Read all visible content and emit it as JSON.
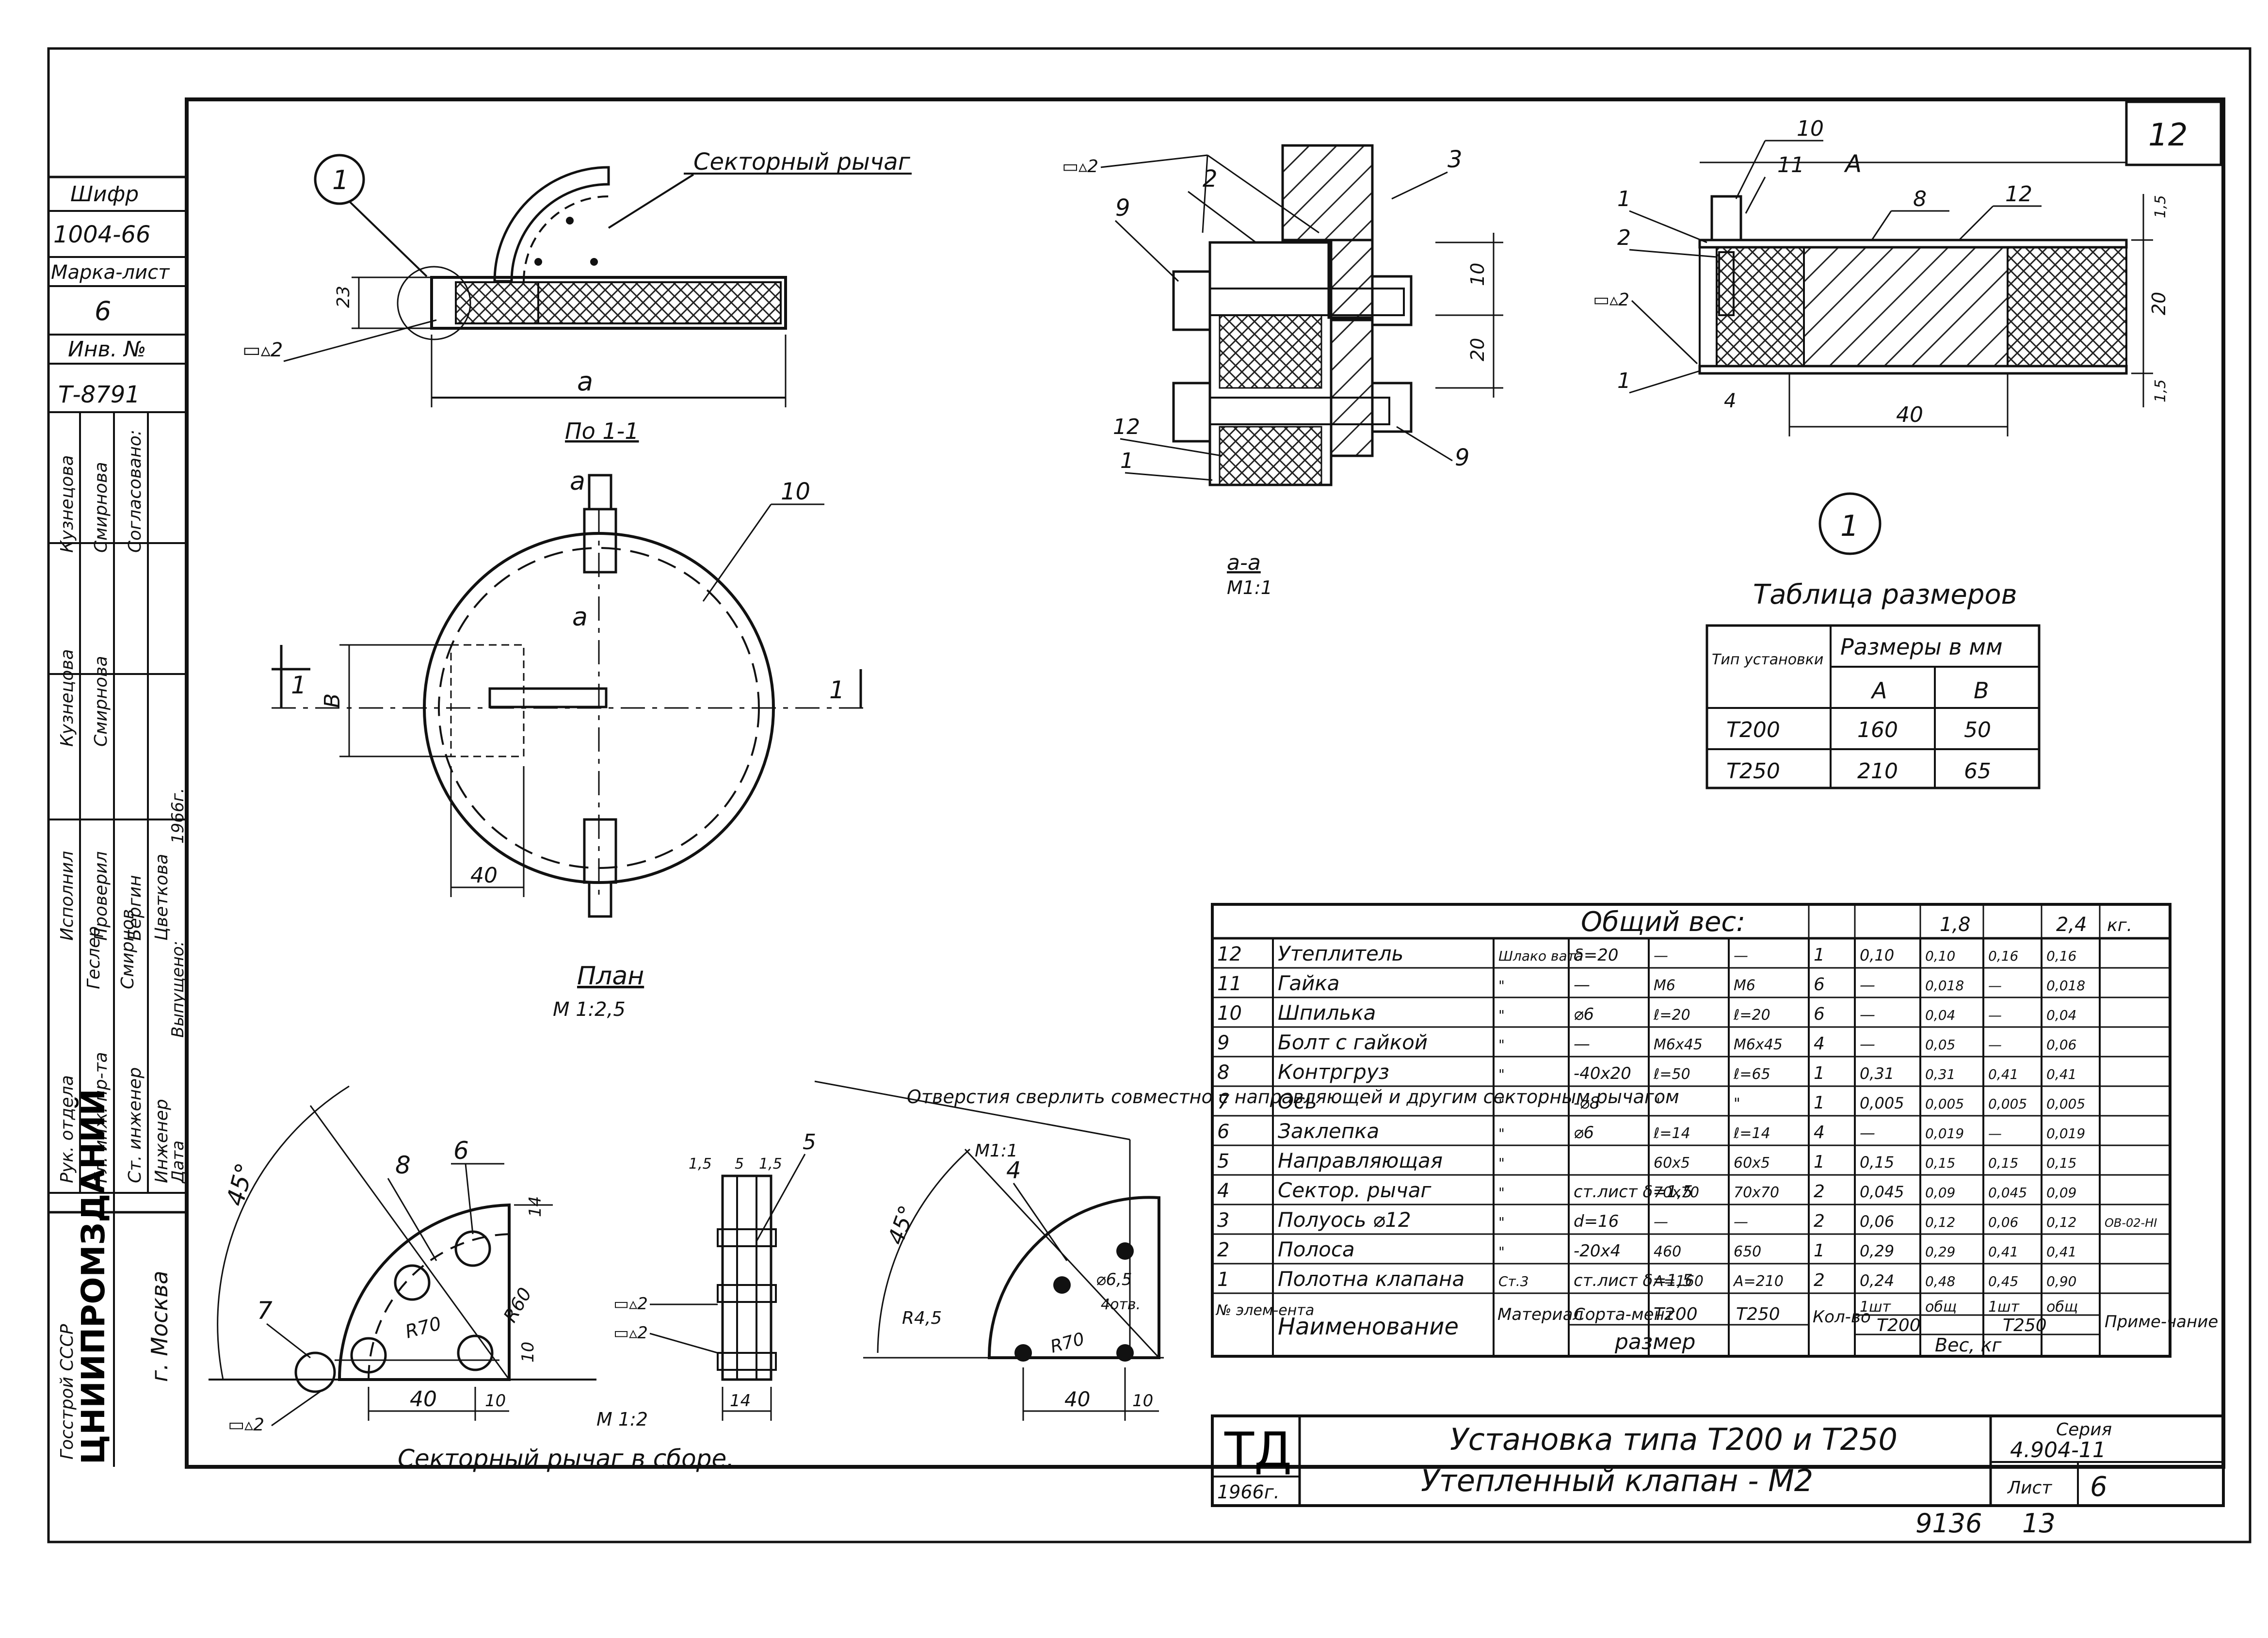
{
  "sheet_number": "12",
  "left_stamp": {
    "cipher_label": "Шифр",
    "cipher": "1004-66",
    "mark_sheet_label": "Марка-лист",
    "mark_sheet": "6",
    "inv_label": "Инв. №",
    "inv": "Т-8791",
    "roles": [
      "Рук. отдела",
      "Гл. инж. пр-та",
      "Ст. инженер",
      "Инженер",
      "Дата"
    ],
    "names_col1": [
      "Кузнецова",
      "Смирнова",
      "Бергин",
      "Цветкова"
    ],
    "date": "1966г.",
    "issued": "Выпущено:",
    "approved": "Согласовано:",
    "checked": "Проверил",
    "performed": "Исполнил",
    "names_col2": [
      "Кузнецова",
      "Смирнова"
    ],
    "names_col3": [
      "Геслер",
      "Смирнов"
    ],
    "org_top": "Госстрой СССР",
    "org": "ЦНИИПРОМЗДАНИЙ",
    "city": "г. Москва"
  },
  "views": {
    "top_left": {
      "callout": "1",
      "sector_label": "Секторный рычаг",
      "dim_height": "23",
      "dim_a": "а",
      "weld": "▭▵2",
      "section_title": "По 1-1"
    },
    "plan": {
      "title": "План",
      "scale": "М 1:2,5",
      "section_mark": "1",
      "mark_a": "а",
      "dim_b": "В",
      "dim_40": "40",
      "item_10": "10"
    },
    "section_aa": {
      "title": "а-а",
      "scale": "М1:1",
      "weld": "▭▵2",
      "items": [
        "2",
        "3",
        "9",
        "12",
        "1",
        "9"
      ],
      "dims": [
        "10",
        "20"
      ]
    },
    "detail_1": {
      "items": [
        "10",
        "11",
        "1",
        "2",
        "8",
        "12",
        "1"
      ],
      "weld": "▭▵2",
      "dim_a": "А",
      "dims": [
        "1,5",
        "20",
        "1,5",
        "4",
        "40"
      ],
      "callout": "1"
    },
    "sector_assembly": {
      "title": "Секторный рычаг в сборе.",
      "scale": "М 1:2",
      "items": [
        "8",
        "6",
        "7"
      ],
      "angle": "45°",
      "dims": [
        "14",
        "R60",
        "R70",
        "40",
        "10",
        "10"
      ],
      "weld": "▭▵2"
    },
    "side_view": {
      "dims": [
        "1,5",
        "5",
        "1,5",
        "14"
      ],
      "item": "5",
      "weld1": "▭▵2",
      "weld2": "▭▵2"
    },
    "lever_detail": {
      "note": "Отверстия сверлить совместно с направляющей и другим секторным рычагом",
      "scale": "М1:1",
      "item": "4",
      "angle": "45°",
      "dims": [
        "R4,5",
        "R70",
        "⌀6,5",
        "4отв.",
        "40",
        "10"
      ]
    }
  },
  "size_table": {
    "title": "Таблица размеров",
    "col_type": "Тип установки",
    "col_sizes": "Размеры в мм",
    "col_a": "А",
    "col_b": "В",
    "rows": [
      {
        "type": "Т200",
        "a": "160",
        "b": "50"
      },
      {
        "type": "Т250",
        "a": "210",
        "b": "65"
      }
    ]
  },
  "spec": {
    "total_label": "Общий вес:",
    "total_t200": "1,8",
    "total_t250": "2,4",
    "unit": "кг.",
    "rows": [
      [
        "12",
        "Утеплитель",
        "Шлако вата",
        "δ=20",
        "—",
        "—",
        "1",
        "0,10",
        "0,10",
        "0,16",
        "0,16",
        ""
      ],
      [
        "11",
        "Гайка",
        "\"",
        "—",
        "М6",
        "М6",
        "6",
        "—",
        "0,018",
        "—",
        "0,018",
        ""
      ],
      [
        "10",
        "Шпилька",
        "\"",
        "⌀6",
        "ℓ=20",
        "ℓ=20",
        "6",
        "—",
        "0,04",
        "—",
        "0,04",
        ""
      ],
      [
        "9",
        "Болт с гайкой",
        "\"",
        "—",
        "М6х45",
        "М6х45",
        "4",
        "—",
        "0,05",
        "—",
        "0,06",
        ""
      ],
      [
        "8",
        "Контргруз",
        "\"",
        "-40х20",
        "ℓ=50",
        "ℓ=65",
        "1",
        "0,31",
        "0,31",
        "0,41",
        "0,41",
        ""
      ],
      [
        "7",
        "Ось",
        "\"",
        "-⌀8",
        "\"",
        "\"",
        "1",
        "0,005",
        "0,005",
        "0,005",
        "0,005",
        ""
      ],
      [
        "6",
        "Заклепка",
        "\"",
        "⌀6",
        "ℓ=14",
        "ℓ=14",
        "4",
        "—",
        "0,019",
        "—",
        "0,019",
        ""
      ],
      [
        "5",
        "Направляющая",
        "\"",
        "",
        "60х5",
        "60х5",
        "1",
        "0,15",
        "0,15",
        "0,15",
        "0,15",
        ""
      ],
      [
        "4",
        "Сектор. рычаг",
        "\"",
        "ст.лист δ=1,5",
        "70х70",
        "70х70",
        "2",
        "0,045",
        "0,09",
        "0,045",
        "0,09",
        ""
      ],
      [
        "3",
        "Полуось ⌀12",
        "\"",
        "d=16",
        "—",
        "—",
        "2",
        "0,06",
        "0,12",
        "0,06",
        "0,12",
        "ОВ-02-НI"
      ],
      [
        "2",
        "Полоса",
        "\"",
        "-20х4",
        "460",
        "650",
        "1",
        "0,29",
        "0,29",
        "0,41",
        "0,41",
        ""
      ],
      [
        "1",
        "Полотна клапана",
        "Ст.3",
        "ст.лист δ=1,5",
        "А=160",
        "А=210",
        "2",
        "0,24",
        "0,48",
        "0,45",
        "0,90",
        ""
      ]
    ],
    "header": {
      "num": "№ элем-ента",
      "name": "Наименование",
      "material": "Материал",
      "profile": "Сорта-мент",
      "size_t200": "Т200",
      "size_t250": "Т250",
      "size": "размер",
      "qty": "Кол-во",
      "w1": "1шт",
      "wt": "общ",
      "w2": "1шт",
      "wt2": "общ",
      "wt200": "Т200",
      "wt250": "Т250",
      "weight": "Вес, кг",
      "note": "Приме-чание"
    }
  },
  "title_block": {
    "logo": "ТД",
    "year": "1966г.",
    "title1": "Установка типа Т200 и Т250",
    "title2": "Утепленный клапан - М2",
    "series_label": "Серия",
    "series": "4.904-11",
    "sheet_label": "Лист",
    "sheet": "6"
  },
  "bottom_numbers": {
    "n1": "9136",
    "n2": "13"
  }
}
